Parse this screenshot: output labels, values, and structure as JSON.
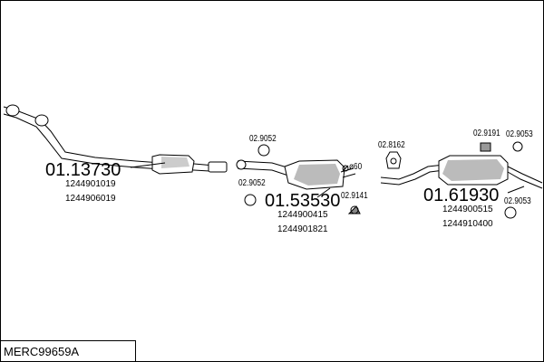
{
  "kit_code": "MERC99659A",
  "groups": [
    {
      "number": "01.13730",
      "oem": [
        "1244901019",
        "1244906019"
      ]
    },
    {
      "number": "01.53530",
      "oem": [
        "1244900415",
        "1244901821"
      ]
    },
    {
      "number": "01.61930",
      "oem": [
        "1244900515",
        "1244910400"
      ]
    }
  ],
  "accessories": [
    "02.9052",
    "02.9052",
    "02.9141",
    "02.8162",
    "02.9191",
    "02.9053",
    "02.9053"
  ],
  "diameter_mark": "ø60"
}
